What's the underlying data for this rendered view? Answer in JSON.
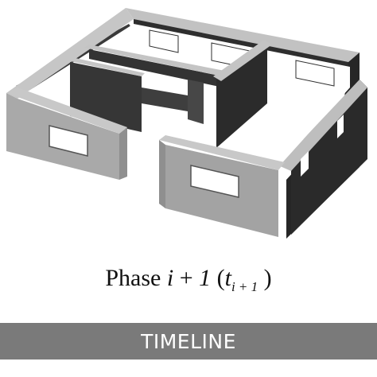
{
  "caption": {
    "word": "Phase",
    "var": "i",
    "plus": "+",
    "one": "1",
    "open_paren": "(",
    "t": "t",
    "subscript": "i + 1",
    "close_paren": ")"
  },
  "timeline": {
    "label": "TIMELINE"
  },
  "colors": {
    "wall_top": "#bdbdbd",
    "wall_front": "#a7a7a7",
    "wall_inner_dark": "#303030",
    "timeline_bar": "#7a7a7a"
  }
}
